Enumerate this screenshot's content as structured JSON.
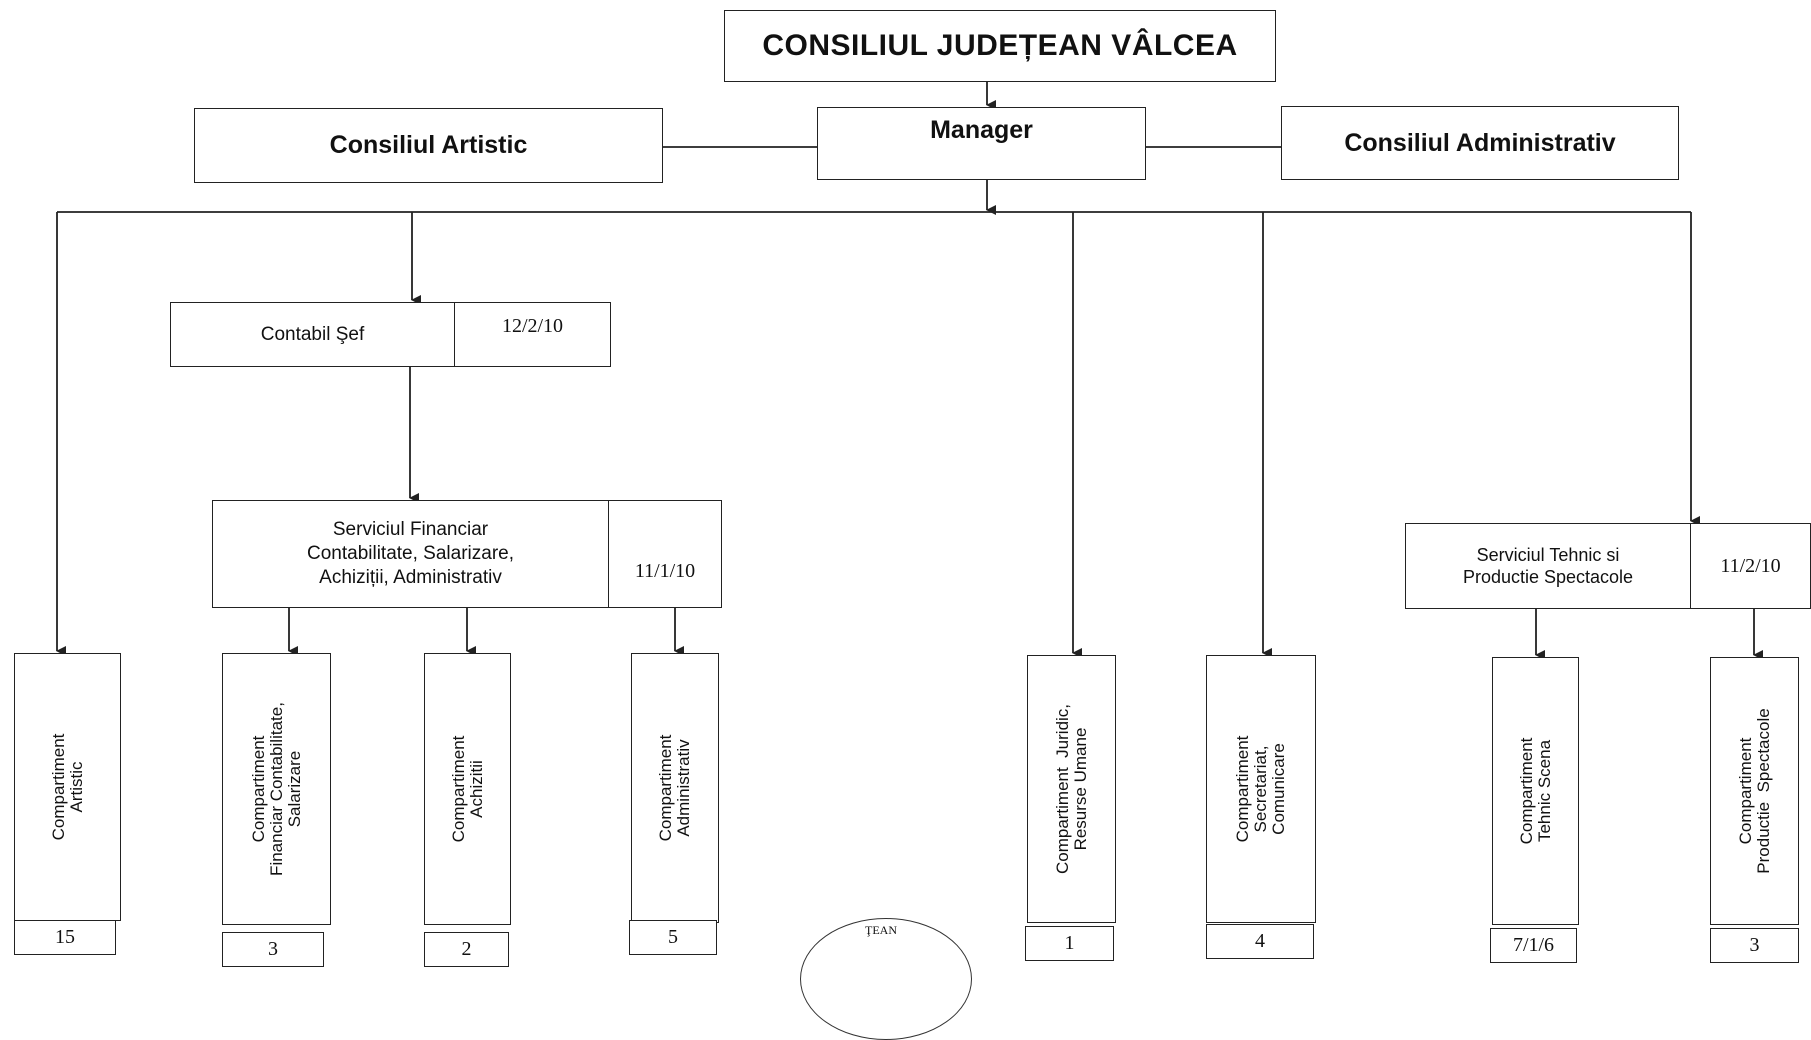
{
  "top": {
    "title": "CONSILIUL JUDEȚEAN VÂLCEA"
  },
  "manager": {
    "label": "Manager"
  },
  "side": {
    "artistic": "Consiliul Artistic",
    "administrativ": "Consiliul Administrativ"
  },
  "contabil": {
    "label": "Contabil Şef",
    "count": "12/2/10"
  },
  "serviciu_financiar": {
    "label": "Serviciul Financiar\nContabilitate, Salarizare,\nAchiziții, Administrativ",
    "count": "11/1/10"
  },
  "serviciu_tehnic": {
    "label": "Serviciul Tehnic si\nProductie Spectacole",
    "count": "11/2/10"
  },
  "compartimente": [
    {
      "label": "Compartiment\nArtistic",
      "count": "15"
    },
    {
      "label": "Compartiment\nFinanciar Contabilitate,\nSalarizare",
      "count": "3"
    },
    {
      "label": "Compartiment\nAchizitii",
      "count": "2"
    },
    {
      "label": "Compartiment\nAdministrativ",
      "count": "5"
    },
    {
      "label": "Compartiment  Juridic,\nResurse Umane",
      "count": "1"
    },
    {
      "label": "Compartiment\nSecretariat,\nComunicare",
      "count": "4"
    },
    {
      "label": "Compartiment\nTehnic Scena",
      "count": "7/1/6"
    },
    {
      "label": "Compartiment\nProductie  Spectacole",
      "count": "3"
    }
  ],
  "stamp": {
    "text": "ŢEAN"
  },
  "colors": {
    "line": "#222222",
    "background": "#ffffff"
  }
}
